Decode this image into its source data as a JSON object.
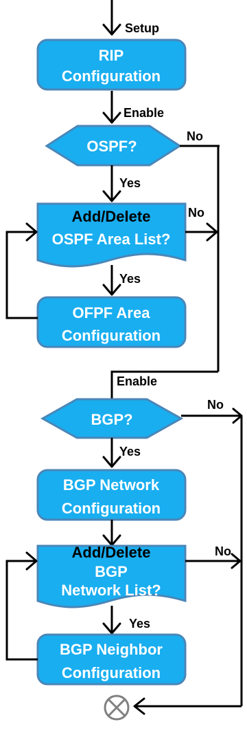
{
  "colors": {
    "node_fill": "#19aef0",
    "node_stroke": "#4a86b8",
    "lines": "#000000",
    "end_symbol": "#808080"
  },
  "edges": {
    "setup": "Setup",
    "enable_ospf": "Enable",
    "ospf_yes": "Yes",
    "ospf_no": "No",
    "ospf_list_no": "No",
    "ospf_list_yes": "Yes",
    "enable_bgp": "Enable",
    "bgp_no": "No",
    "bgp_yes": "Yes",
    "bgp_list_no": "No",
    "bgp_list_yes": "Yes"
  },
  "nodes": {
    "rip": {
      "line1": "RIP",
      "line2": "Configuration"
    },
    "ospf_decision": {
      "label": "OSPF?"
    },
    "ospf_list": {
      "line1": "Add/Delete",
      "line2": "OSPF Area List?"
    },
    "ospf_area": {
      "line1": "OFPF Area",
      "line2": "Configuration"
    },
    "bgp_decision": {
      "label": "BGP?"
    },
    "bgp_network": {
      "line1": "BGP Network",
      "line2": "Configuration"
    },
    "bgp_list": {
      "line1": "Add/Delete",
      "line2": "BGP",
      "line3": "Network  List?"
    },
    "bgp_neighbor": {
      "line1": "BGP Neighbor",
      "line2": "Configuration"
    }
  },
  "end_symbol": {
    "icon": "end-circle-x-icon"
  }
}
